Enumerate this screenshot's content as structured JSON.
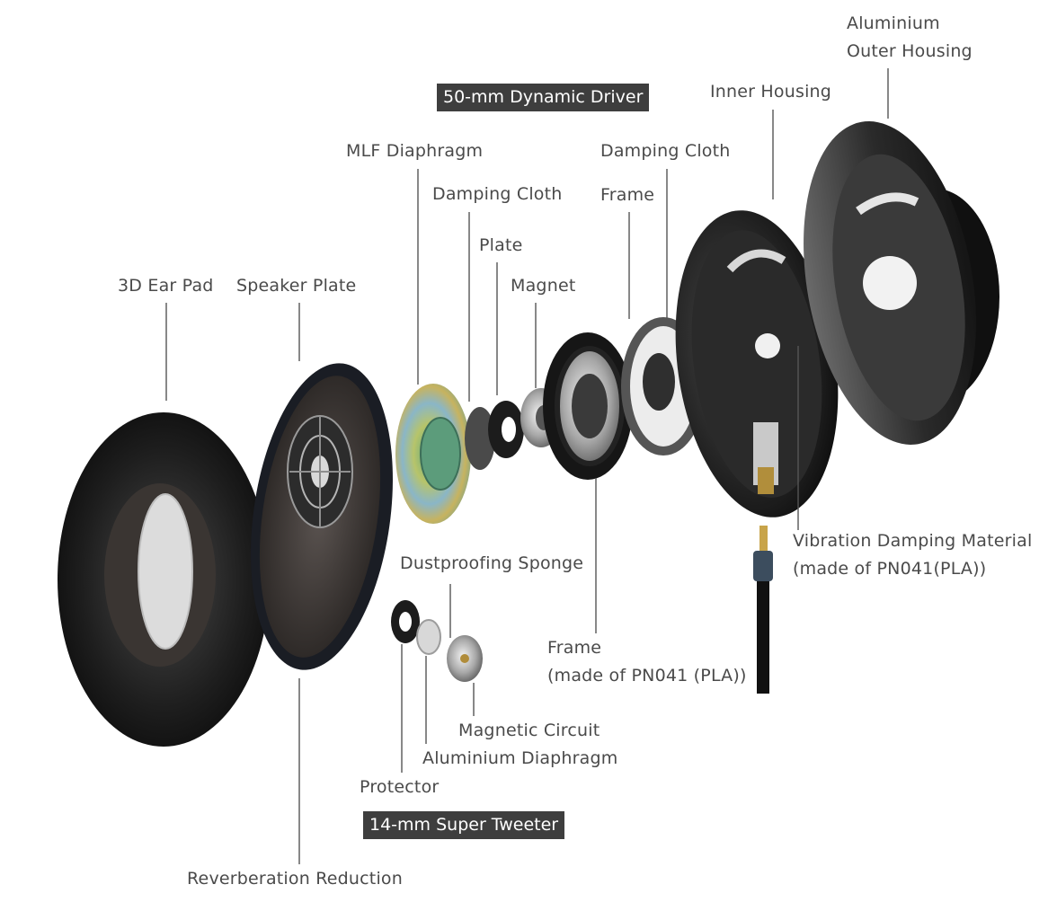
{
  "titles": {
    "driver": "50-mm Dynamic Driver",
    "tweeter": "14-mm Super Tweeter"
  },
  "labels": {
    "aluminium_outer_housing_1": "Aluminium",
    "aluminium_outer_housing_2": "Outer Housing",
    "inner_housing": "Inner Housing",
    "mlf_diaphragm": "MLF Diaphragm",
    "damping_cloth_right": "Damping Cloth",
    "damping_cloth_left": "Damping Cloth",
    "frame_top": "Frame",
    "plate": "Plate",
    "magnet": "Magnet",
    "ear_pad": "3D Ear Pad",
    "speaker_plate": "Speaker Plate",
    "vibration_damping_1": "Vibration Damping Material",
    "vibration_damping_2": "(made of PN041(PLA))",
    "dustproofing_sponge": "Dustproofing Sponge",
    "frame_bottom_1": "Frame",
    "frame_bottom_2": "(made of PN041 (PLA))",
    "magnetic_circuit": "Magnetic Circuit",
    "aluminium_diaphragm": "Aluminium Diaphragm",
    "protector": "Protector",
    "reverberation_reduction": "Reverberation Reduction"
  }
}
